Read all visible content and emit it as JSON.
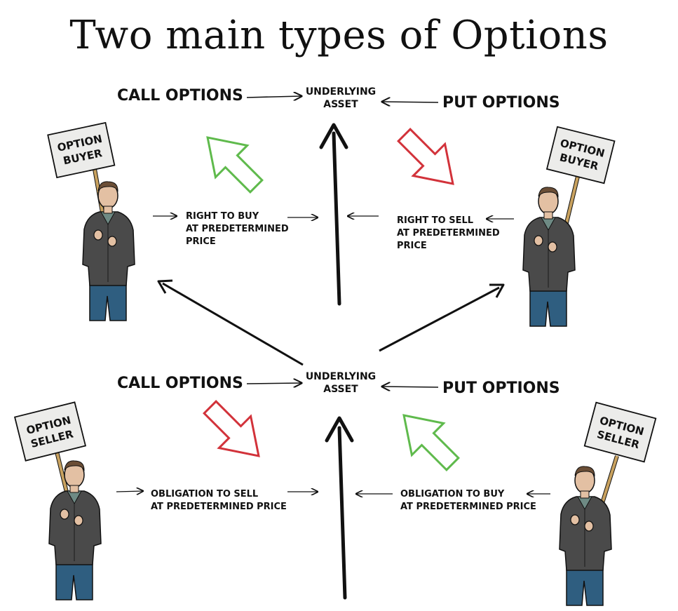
{
  "title": "Two main types of Options",
  "top": {
    "call_label": "CALL OPTIONS",
    "put_label": "PUT OPTIONS",
    "asset": [
      "UNDERLYING",
      "ASSET"
    ],
    "buyer_sign": [
      "OPTION",
      "BUYER"
    ],
    "left_text": [
      "RIGHT TO BUY",
      "AT PREDETERMINED",
      "PRICE"
    ],
    "right_text": [
      "RIGHT TO SELL",
      "AT PREDETERMINED",
      "PRICE"
    ]
  },
  "bottom": {
    "call_label": "CALL OPTIONS",
    "put_label": "PUT OPTIONS",
    "asset": [
      "UNDERLYING",
      "ASSET"
    ],
    "seller_sign": [
      "OPTION",
      "SELLER"
    ],
    "left_text": [
      "OBLIGATION TO SELL",
      "AT PREDETERMINED PRICE"
    ],
    "right_text": [
      "OBLIGATION TO BUY",
      "AT PREDETERMINED PRICE"
    ]
  },
  "colors": {
    "green_arrow": "#5fba4c",
    "red_arrow": "#d2323a",
    "jacket": "#4a4a4a",
    "jeans": "#2f5e80",
    "skin": "#e3c0a3",
    "sign": "#ececea"
  },
  "icons": [
    "person-holding-sign-icon",
    "green-up-arrow-icon",
    "red-down-arrow-icon"
  ]
}
